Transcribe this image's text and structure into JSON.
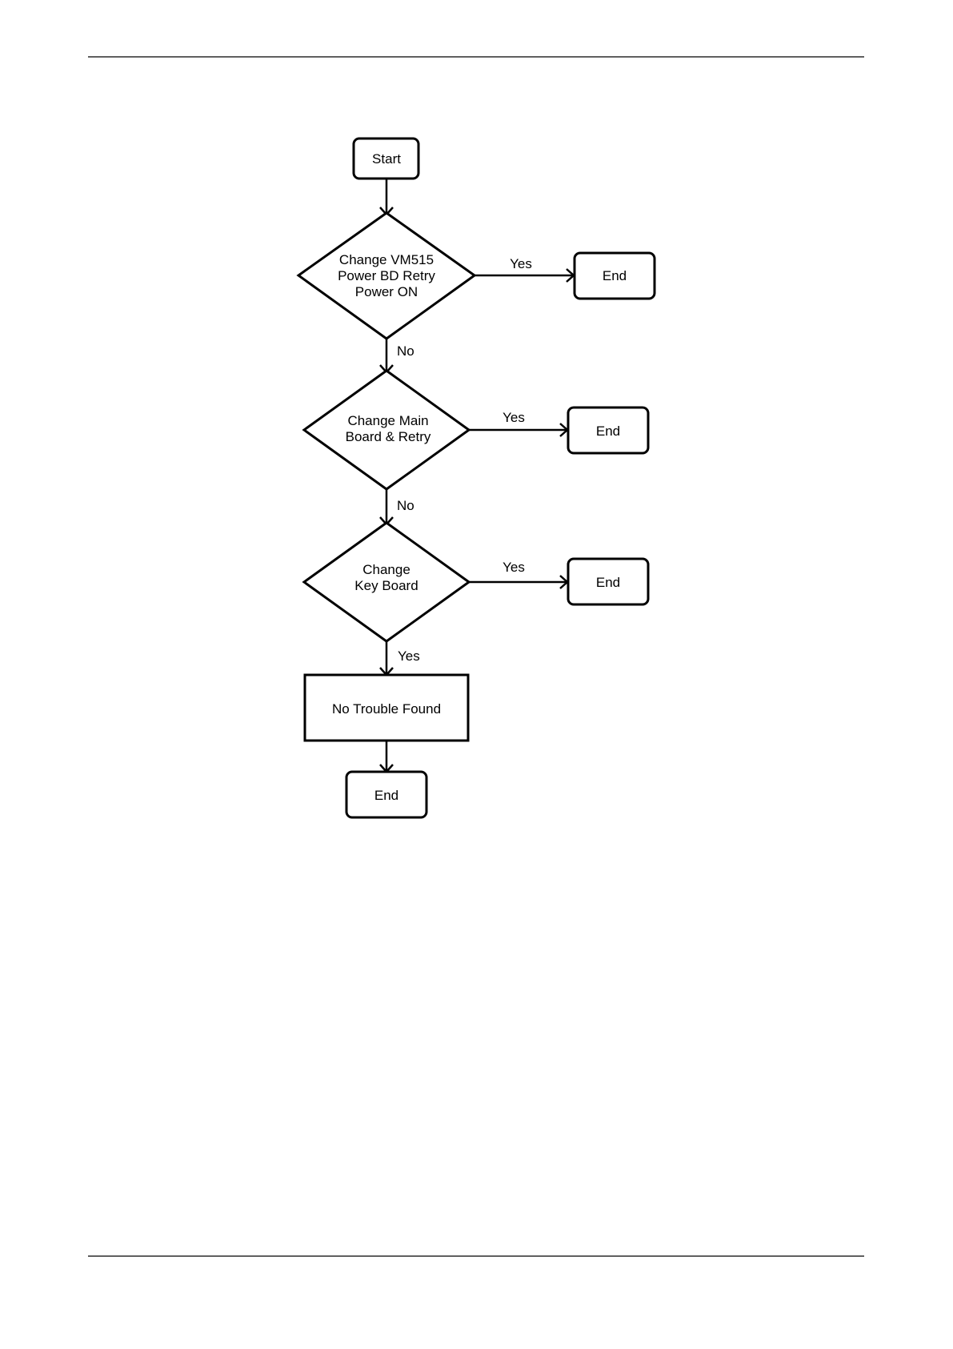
{
  "flowchart": {
    "start": "Start",
    "decision_1": [
      "Change VM515",
      "Power BD Retry",
      "Power ON"
    ],
    "decision_2": [
      "Change Main",
      "Board & Retry"
    ],
    "decision_3": [
      "Change",
      "Key Board"
    ],
    "process": "No Trouble Found",
    "end_label": "End",
    "edge_yes": "Yes",
    "edge_no": "No"
  }
}
